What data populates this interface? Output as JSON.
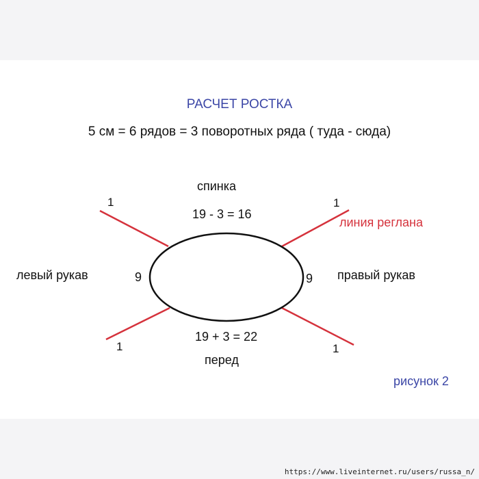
{
  "title": "РАСЧЕТ РОСТКА",
  "subtitle": "5 см = 6 рядов = 3 поворотных ряда  ( туда - сюда)",
  "back": {
    "label": "спинка",
    "calc": "19 - 3 = 16"
  },
  "front": {
    "label": "перед",
    "calc": "19 + 3 = 22"
  },
  "left_sleeve": {
    "label": "левый рукав",
    "count": "9"
  },
  "right_sleeve": {
    "label": "правый рукав",
    "count": "9"
  },
  "raglan_line_label": "линия реглана",
  "raglan_ends": {
    "top_left": "1",
    "top_right": "1",
    "bottom_left": "1",
    "bottom_right": "1"
  },
  "figure_label": "рисунок 2",
  "footer_url": "https://www.liveinternet.ru/users/russa_n/",
  "colors": {
    "title": "#3b46a6",
    "raglan": "#d5323c",
    "text": "#111111",
    "ellipse": "#111111"
  }
}
